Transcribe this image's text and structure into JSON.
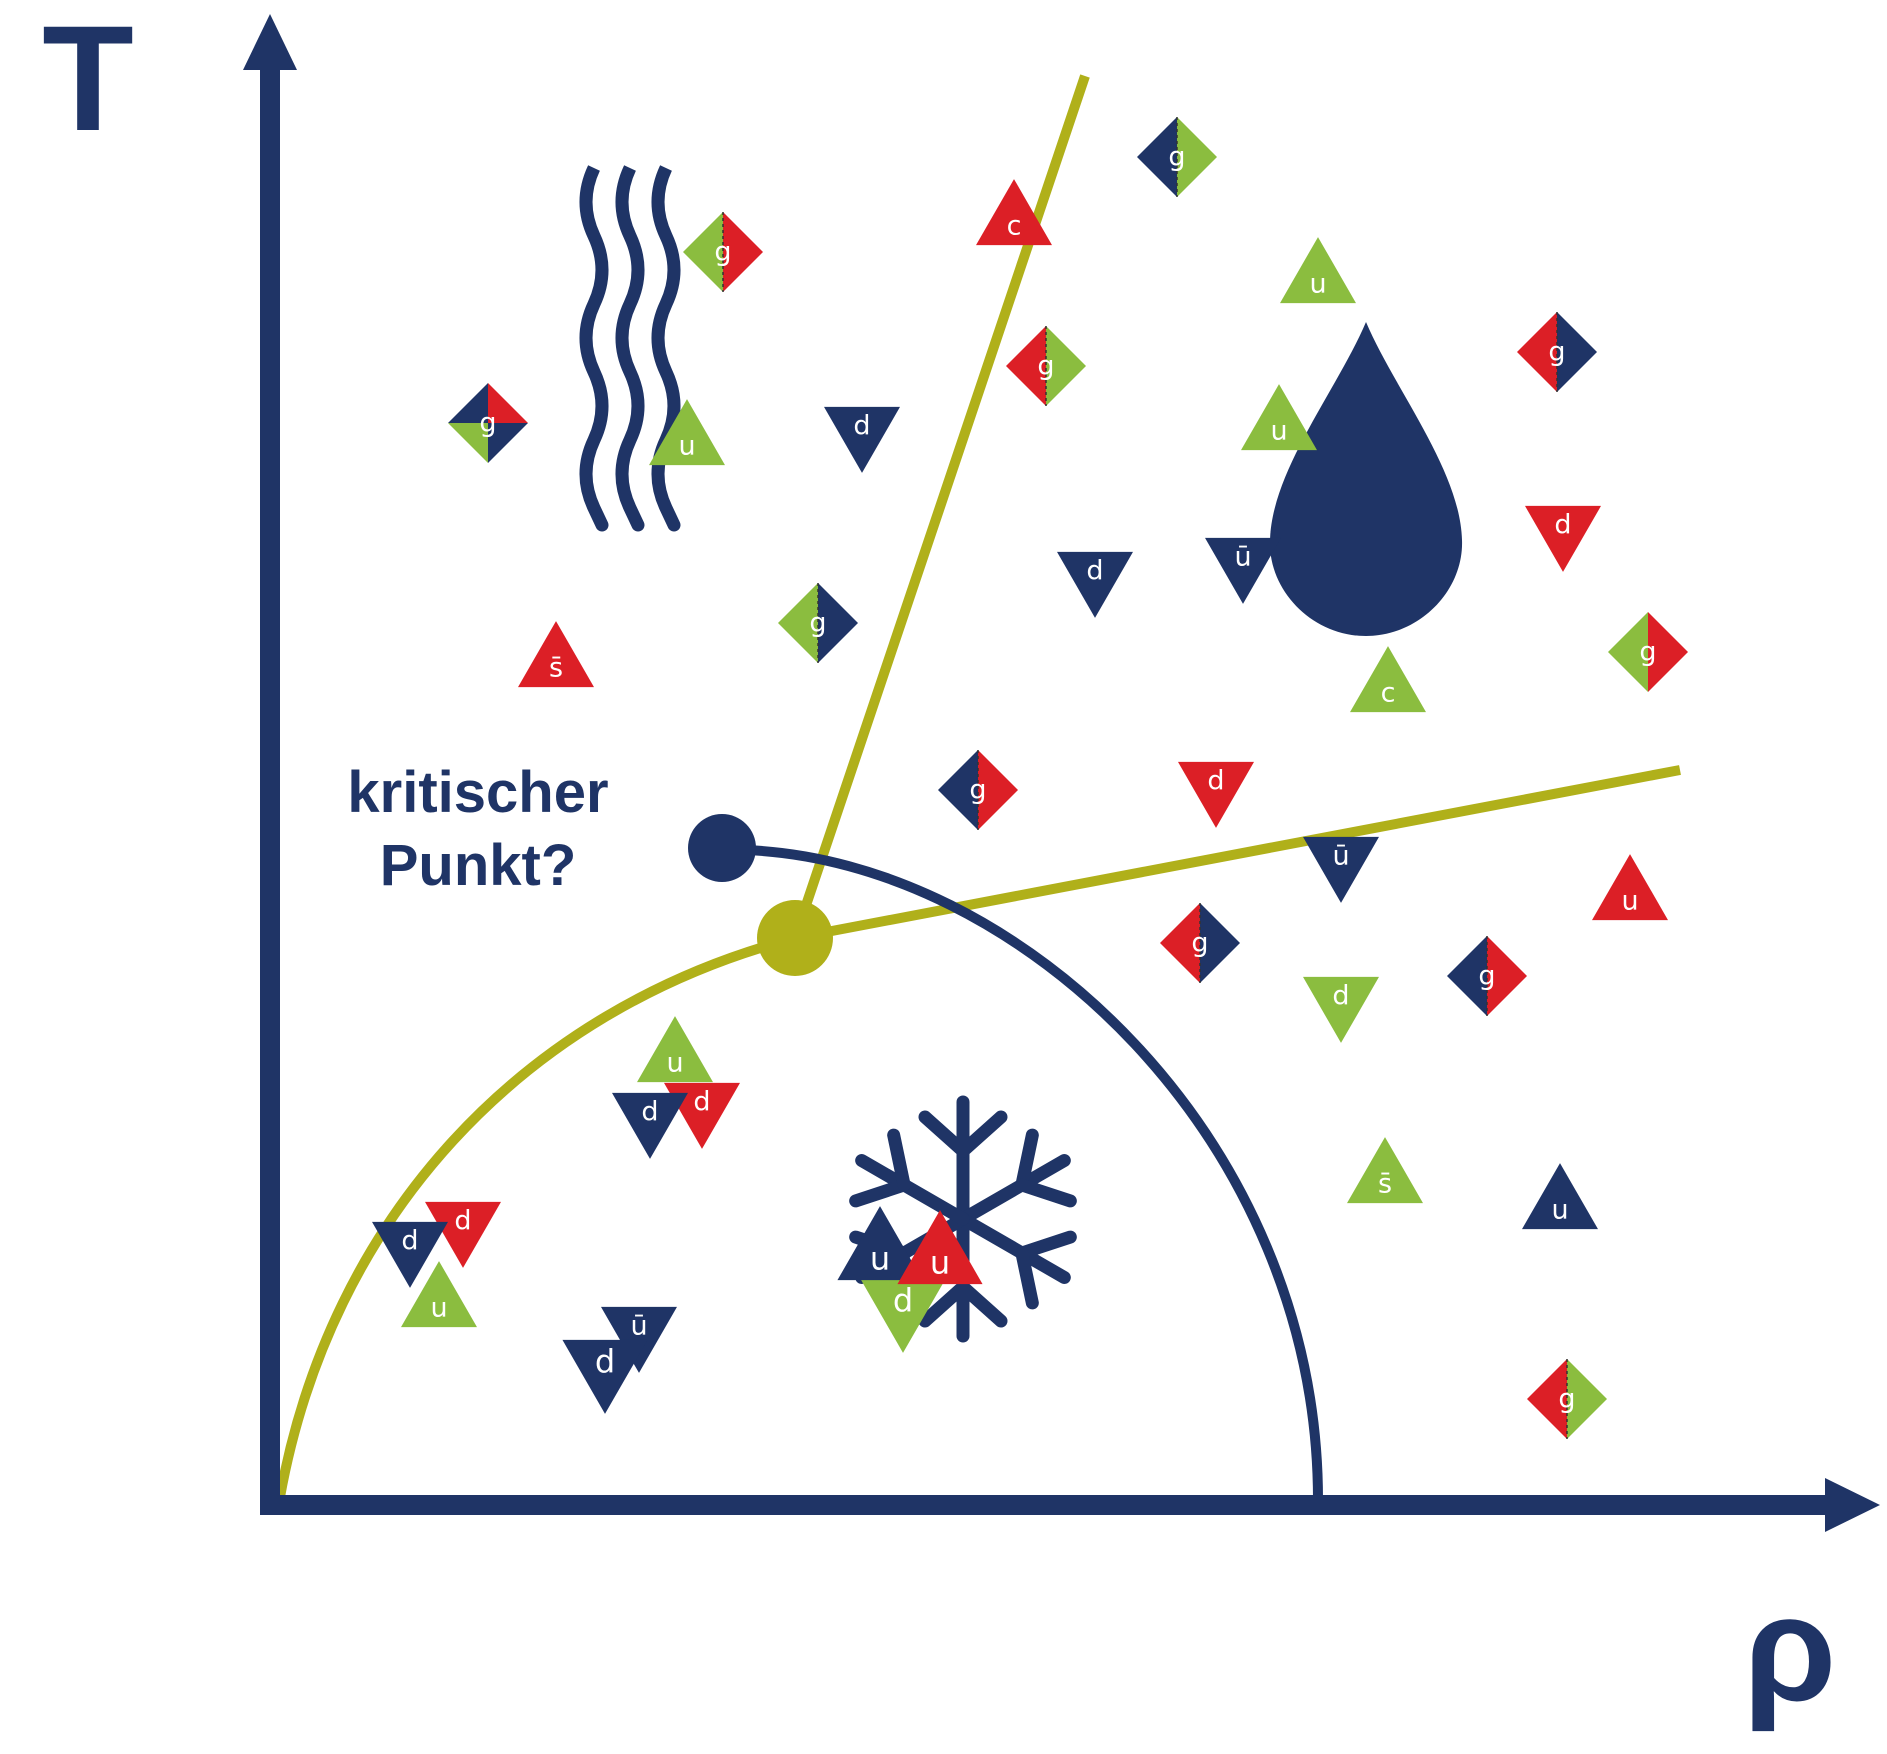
{
  "axes": {
    "y_label": "T",
    "x_label": "ρ"
  },
  "critical_point": {
    "line1": "kritischer",
    "line2": "Punkt?"
  },
  "colors": {
    "navy": "#1f3466",
    "red": "#dc1f26",
    "green": "#8bbd3f",
    "olive": "#b0b01a"
  },
  "icons": {
    "gas_phase": "wavy-lines-icon",
    "liquid_phase": "water-drop-icon",
    "solid_phase": "snowflake-icon"
  },
  "particles": [
    {
      "label": "g",
      "kind": "diamond",
      "colors": [
        "navy",
        "green"
      ]
    },
    {
      "label": "c",
      "kind": "tri-up",
      "colors": [
        "red"
      ]
    },
    {
      "label": "g",
      "kind": "diamond",
      "colors": [
        "green",
        "red"
      ]
    },
    {
      "label": "u",
      "kind": "tri-up",
      "colors": [
        "green"
      ]
    },
    {
      "label": "g",
      "kind": "diamond",
      "colors": [
        "red",
        "green"
      ]
    },
    {
      "label": "g",
      "kind": "diamond",
      "colors": [
        "red",
        "navy"
      ]
    },
    {
      "label": "g",
      "kind": "diamond4",
      "colors": [
        "red",
        "navy",
        "green",
        "navy"
      ]
    },
    {
      "label": "u",
      "kind": "tri-up",
      "colors": [
        "green"
      ]
    },
    {
      "label": "d",
      "kind": "tri-down",
      "colors": [
        "navy"
      ]
    },
    {
      "label": "u",
      "kind": "tri-up",
      "colors": [
        "green"
      ]
    },
    {
      "label": "d",
      "kind": "tri-down",
      "colors": [
        "red"
      ]
    },
    {
      "label": "d",
      "kind": "tri-down",
      "colors": [
        "navy"
      ]
    },
    {
      "label": "ū",
      "kind": "tri-down",
      "colors": [
        "navy"
      ]
    },
    {
      "label": "g",
      "kind": "diamond",
      "colors": [
        "green",
        "navy"
      ]
    },
    {
      "label": "s̄",
      "kind": "tri-up",
      "colors": [
        "red"
      ]
    },
    {
      "label": "g",
      "kind": "diamond4",
      "colors": [
        "red",
        "red",
        "green",
        "green"
      ]
    },
    {
      "label": "c",
      "kind": "tri-up",
      "colors": [
        "green"
      ]
    },
    {
      "label": "g",
      "kind": "diamond",
      "colors": [
        "navy",
        "red"
      ]
    },
    {
      "label": "d",
      "kind": "tri-down",
      "colors": [
        "red"
      ]
    },
    {
      "label": "ū",
      "kind": "tri-down",
      "colors": [
        "navy"
      ]
    },
    {
      "label": "u",
      "kind": "tri-up",
      "colors": [
        "red"
      ]
    },
    {
      "label": "g",
      "kind": "diamond",
      "colors": [
        "red",
        "navy"
      ]
    },
    {
      "label": "g",
      "kind": "diamond",
      "colors": [
        "navy",
        "red"
      ]
    },
    {
      "label": "d",
      "kind": "tri-down",
      "colors": [
        "green"
      ]
    },
    {
      "label": "u",
      "kind": "tri-up",
      "colors": [
        "green"
      ]
    },
    {
      "label": "d",
      "kind": "tri-down",
      "colors": [
        "red"
      ]
    },
    {
      "label": "d",
      "kind": "tri-down",
      "colors": [
        "navy"
      ]
    },
    {
      "label": "s̄",
      "kind": "tri-up",
      "colors": [
        "green"
      ]
    },
    {
      "label": "u",
      "kind": "tri-up",
      "colors": [
        "navy"
      ]
    },
    {
      "label": "u",
      "kind": "tri-up",
      "colors": [
        "green"
      ]
    },
    {
      "label": "d",
      "kind": "tri-down",
      "colors": [
        "red"
      ]
    },
    {
      "label": "d",
      "kind": "tri-down",
      "colors": [
        "navy"
      ]
    },
    {
      "label": "ū",
      "kind": "tri-down",
      "colors": [
        "navy"
      ]
    },
    {
      "label": "d",
      "kind": "tri-down",
      "colors": [
        "navy"
      ]
    },
    {
      "label": "d",
      "kind": "tri-down",
      "colors": [
        "green"
      ]
    },
    {
      "label": "u",
      "kind": "tri-up",
      "colors": [
        "navy"
      ]
    },
    {
      "label": "u",
      "kind": "tri-up",
      "colors": [
        "red"
      ]
    },
    {
      "label": "g",
      "kind": "diamond",
      "colors": [
        "red",
        "green"
      ]
    }
  ]
}
